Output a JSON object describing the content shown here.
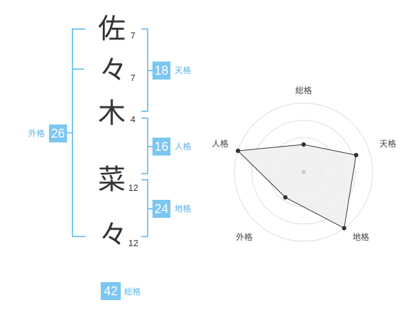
{
  "name_chars": [
    {
      "char": "佐",
      "strokes": "7"
    },
    {
      "char": "々",
      "strokes": "7"
    },
    {
      "char": "木",
      "strokes": "4"
    },
    {
      "char": "菜",
      "strokes": "12"
    },
    {
      "char": "々",
      "strokes": "12"
    }
  ],
  "fortune": {
    "tenkaku": {
      "value": "18",
      "label": "天格"
    },
    "jinkaku": {
      "value": "16",
      "label": "人格"
    },
    "chikaku": {
      "value": "24",
      "label": "地格"
    },
    "gaikaku": {
      "value": "26",
      "label": "外格"
    },
    "soukaku": {
      "value": "42",
      "label": "総格"
    }
  },
  "radar": {
    "axes": [
      "総格",
      "天格",
      "地格",
      "外格",
      "人格"
    ],
    "values": [
      0.4,
      0.8,
      1.0,
      0.45,
      1.0
    ],
    "colors": {
      "fill": "#eeeeee",
      "line": "#333333",
      "grid": "#dddddd",
      "center": "#cccccc"
    }
  }
}
